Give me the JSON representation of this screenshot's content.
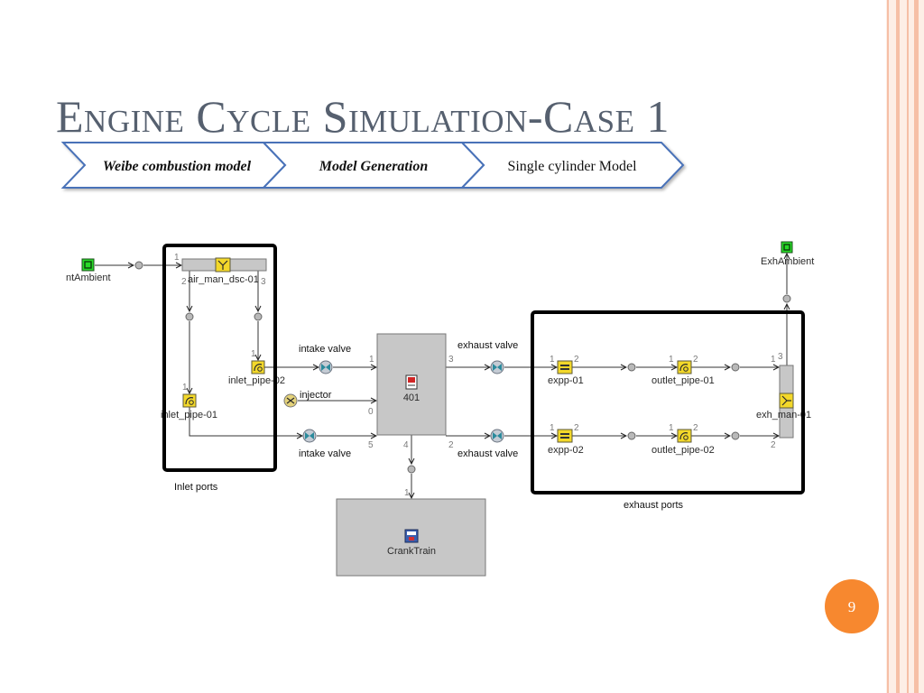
{
  "slide": {
    "title": "Engine Cycle Simulation-Case 1",
    "page_number": "9"
  },
  "theme": {
    "title_color": "#56606f",
    "chevron_border_color": "#4a72b8",
    "page_badge_color": "#f7882f",
    "stripe_color": "#f6bfa6"
  },
  "process_steps": [
    {
      "label": "Weibe combustion model"
    },
    {
      "label": "Model Generation"
    },
    {
      "label": "Single cylinder Model"
    }
  ],
  "diagram": {
    "groups": {
      "inlet_ports": "Inlet ports",
      "exhaust_ports": "exhaust ports"
    },
    "components": {
      "inlet_ambient": "ntAmbient",
      "air_manifold": "air_man_dsc-01",
      "inlet_pipe_02": "inlet_pipe-02",
      "inlet_pipe_01": "inlet_pipe-01",
      "injector": "injector",
      "cylinder": "401",
      "crank_train": "CrankTrain",
      "expp_01": "expp-01",
      "expp_02": "expp-02",
      "outlet_pipe_01": "outlet_pipe-01",
      "outlet_pipe_02": "outlet_pipe-02",
      "exhaust_manifold": "exh_man-01",
      "exhaust_ambient": "ExhAmbient"
    },
    "valves": {
      "intake_upper": "intake valve",
      "intake_lower": "intake valve",
      "exhaust_upper": "exhaust valve",
      "exhaust_lower": "exhaust valve"
    },
    "port_numbers": {
      "air_manifold": [
        "1",
        "2",
        "3"
      ],
      "inlet_pipe_02": [
        "1"
      ],
      "inlet_pipe_01": [
        "1"
      ],
      "cylinder": [
        "1",
        "0",
        "5",
        "3",
        "2",
        "4"
      ],
      "crank_train": [
        "1"
      ],
      "expp_01": [
        "1",
        "2"
      ],
      "outlet_pipe_01": [
        "1",
        "2"
      ],
      "exhaust_manifold": [
        "1",
        "3",
        "2"
      ],
      "expp_02": [
        "1",
        "2"
      ],
      "outlet_pipe_02": [
        "1",
        "2"
      ]
    }
  }
}
